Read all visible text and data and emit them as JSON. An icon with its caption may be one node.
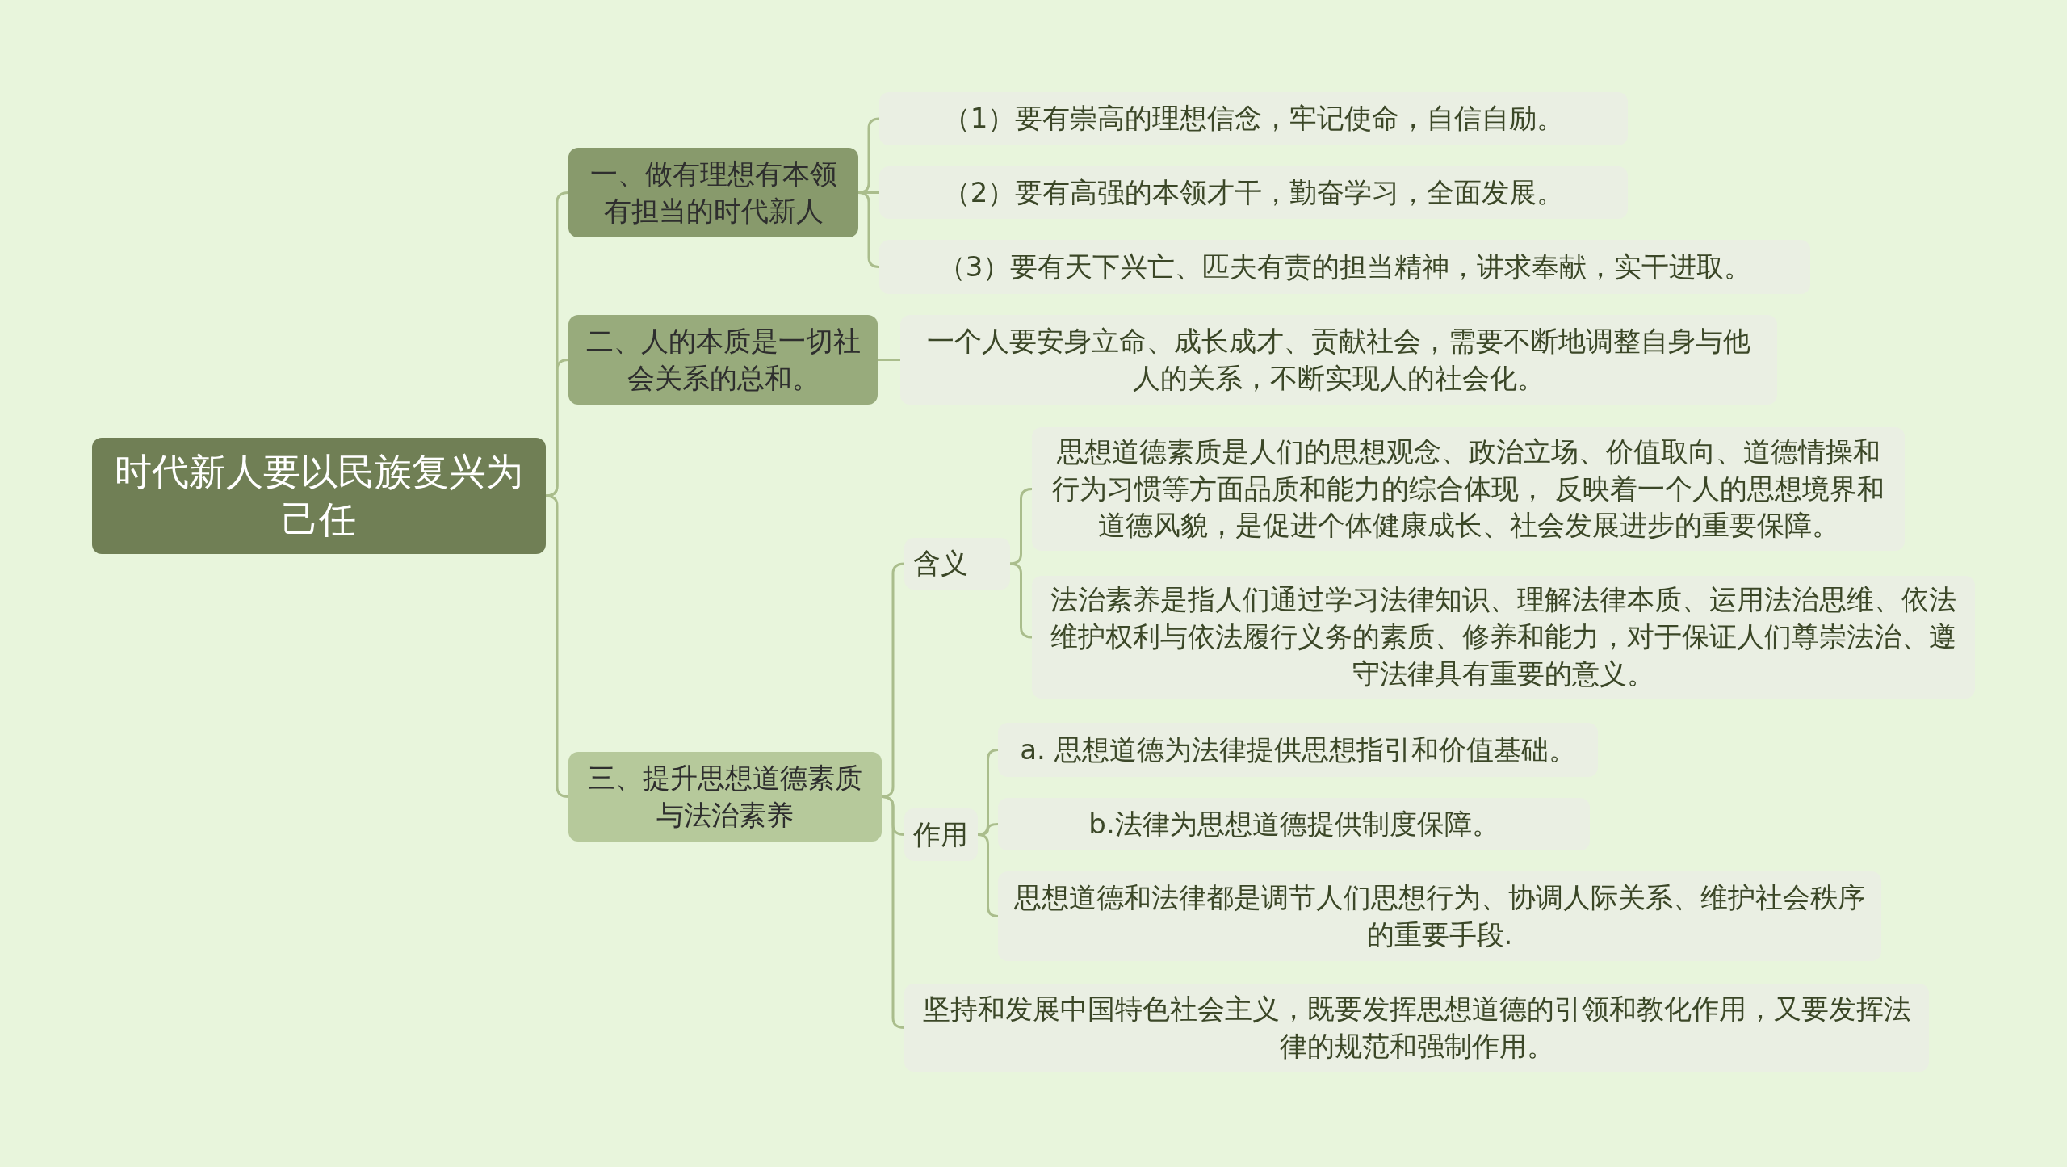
{
  "diagram": {
    "nodes": [
      {
        "text": [
          "时代新人要以民族复兴为己任"
        ]
      },
      {
        "text": [
          "一、做有理想有本领有担当的时代新人"
        ]
      },
      {
        "text": [
          "（1）要有崇高的理想信念，牢记使命，自信自励。"
        ]
      },
      {
        "text": [
          "（2）要有高强的本领才干，勤奋学习，全面发展。"
        ]
      },
      {
        "text": [
          "（3）要有天下兴亡、匹夫有责的担当精神，讲求奉献，实干进取。"
        ]
      },
      {
        "text": [
          "二、人的本质是一切社会关系的总和。"
        ]
      },
      {
        "text": [
          "一个人要安身立命、成长成才、贡献社会，需要不断地调整自身与他人的关系，不断实现人的社会化。"
        ]
      },
      {
        "text": [
          "三、提升思想道德素质与法治素养"
        ]
      },
      {
        "text": [
          "含义"
        ]
      },
      {
        "text": [
          "思想道德素质是人们的思想观念、政治立场、价值取向、道德情操和行为习惯等方面品质和能力的综合体现， 反映着一个人的思想境界和道德风貌，是促进个体健康成长、社会发展进步的重要保障。"
        ]
      },
      {
        "text": [
          "法治素养是指人们通过学习法律知识、理解法律本质、运用法治思维、依法维护权利与依法履行义务的素质、修养和能力，对于保证人们尊崇法治、遵守法律具有重要的意义。"
        ]
      },
      {
        "text": [
          "作用"
        ]
      },
      {
        "text": [
          "a. 思想道德为法律提供思想指引和价值基础。"
        ]
      },
      {
        "text": [
          "b.法律为思想道德提供制度保障。"
        ]
      },
      {
        "text": [
          "思想道德和法律都是调节人们思想行为、协调人际关系、维护社会秩序的重要手段."
        ]
      },
      {
        "text": [
          "坚持和发展中国特色社会主义，既要发挥思想道德的引领和教化作用，又要发挥法律的规范和强制作用。"
        ]
      }
    ],
    "edges": [
      {
        "from": 0,
        "to": 1,
        "arrow": "none"
      },
      {
        "from": 0,
        "to": 5,
        "arrow": "none"
      },
      {
        "from": 0,
        "to": 7,
        "arrow": "none"
      },
      {
        "from": 1,
        "to": 2,
        "arrow": "none"
      },
      {
        "from": 1,
        "to": 3,
        "arrow": "none"
      },
      {
        "from": 1,
        "to": 4,
        "arrow": "none"
      },
      {
        "from": 5,
        "to": 6,
        "arrow": "none"
      },
      {
        "from": 7,
        "to": 8,
        "arrow": "none"
      },
      {
        "from": 7,
        "to": 11,
        "arrow": "none"
      },
      {
        "from": 7,
        "to": 15,
        "arrow": "none"
      },
      {
        "from": 8,
        "to": 9,
        "arrow": "none"
      },
      {
        "from": 8,
        "to": 10,
        "arrow": "none"
      },
      {
        "from": 11,
        "to": 12,
        "arrow": "none"
      },
      {
        "from": 11,
        "to": 13,
        "arrow": "none"
      },
      {
        "from": 11,
        "to": 14,
        "arrow": "none"
      }
    ]
  }
}
